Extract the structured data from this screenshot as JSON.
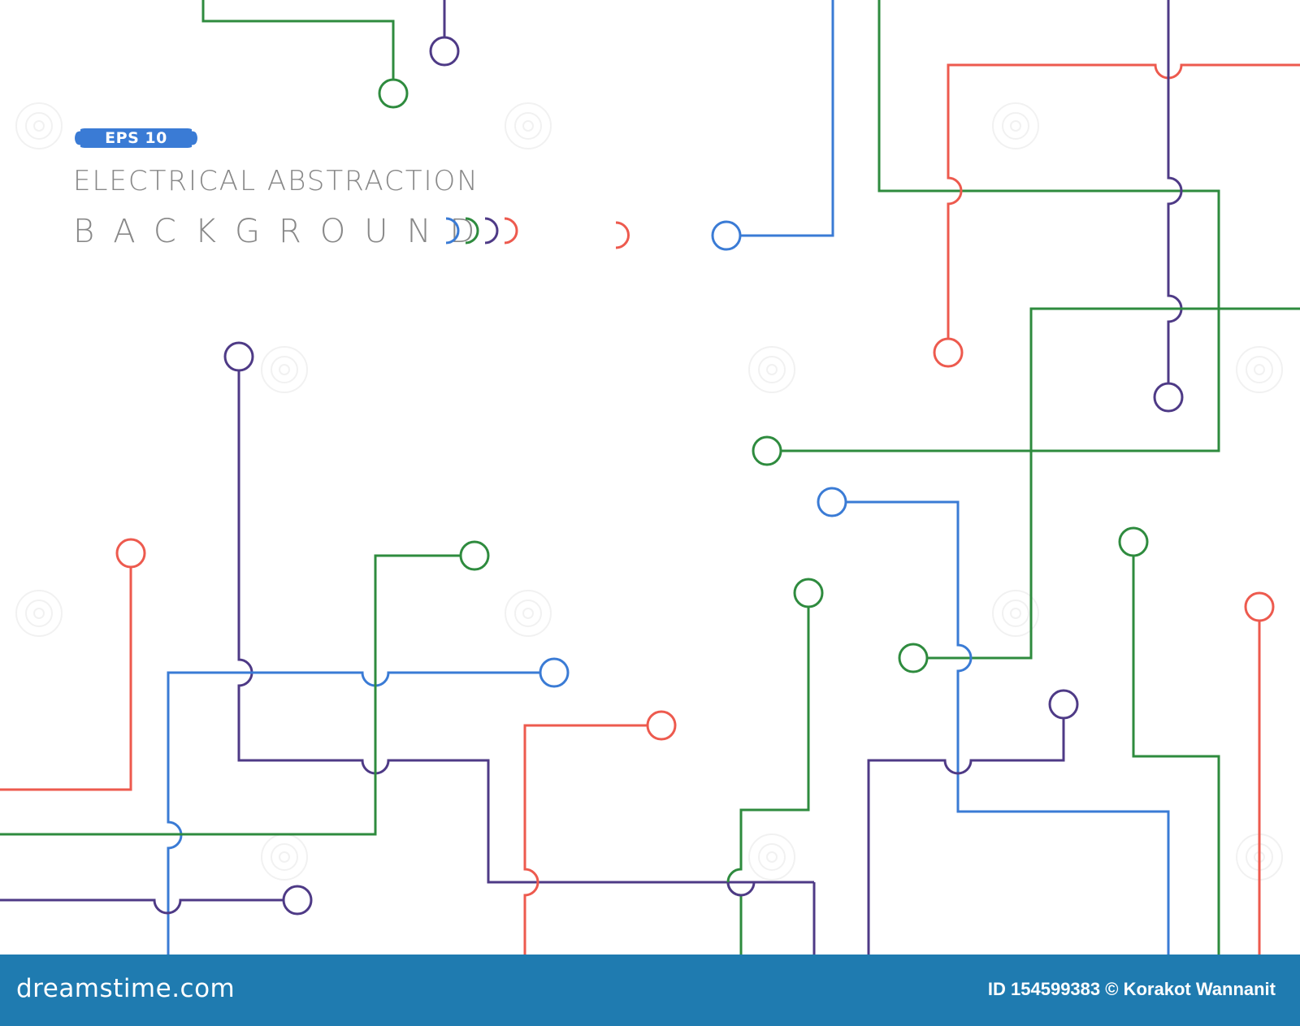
{
  "badge": {
    "label": "EPS 10"
  },
  "heading": {
    "line1": "ELECTRICAL ABSTRACTION",
    "line2": "BACKGROUND"
  },
  "footer": {
    "site": "dreamstime.com",
    "image_id": "ID 154599383",
    "author": "© Korakot Wannanit"
  },
  "colors": {
    "red": "#ed5a4e",
    "green": "#2e8b3e",
    "blue": "#3a7bd5",
    "purple": "#4e3a86",
    "heading_gray": "#888888",
    "footer_bg": "#1f7bb0"
  },
  "icons": [
    "spiral-watermark-icon",
    "half-circle-arc-icon"
  ]
}
